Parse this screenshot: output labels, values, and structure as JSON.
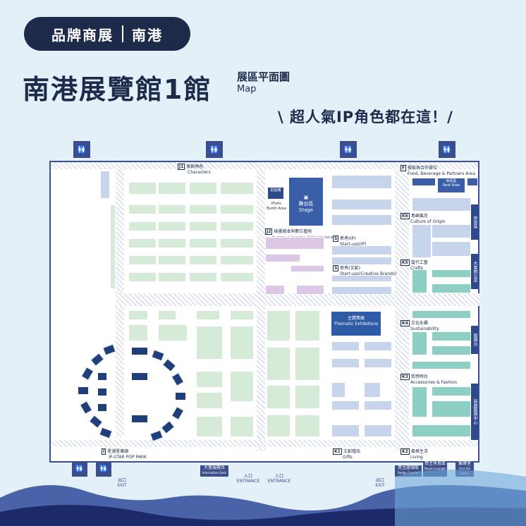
{
  "header": {
    "tag_left": "品牌商展",
    "tag_right": "南港",
    "title": "南港展覽館1館",
    "subtitle_zh": "展區平面圖",
    "subtitle_en": "Map",
    "slogan": "\\ 超人氣IP角色都在這！/"
  },
  "zones": {
    "J1": {
      "code": "J1",
      "zh": "原創角色",
      "en": "Characters"
    },
    "J2": {
      "code": "J2",
      "zh": "插畫繪本與數位藝術",
      "en": "Illustration & Animation, Digital Entertainment"
    },
    "S1": {
      "code": "S",
      "zh": "新秀(IP)",
      "en": "Start-ups(IP)"
    },
    "S2": {
      "code": "S",
      "zh": "新秀(文創)",
      "en": "Start-ups(Creative Brands)"
    },
    "F": {
      "code": "F",
      "zh": "餐飲與合作單位",
      "en": "Food, Beverage & Partners Area"
    },
    "K6": {
      "code": "K6",
      "zh": "島嶼風尚",
      "en": "Culture of Origin"
    },
    "K5": {
      "code": "K5",
      "zh": "當代工藝",
      "en": "Crafts"
    },
    "K4": {
      "code": "K4",
      "zh": "文化永續",
      "en": "Sustainability"
    },
    "K3": {
      "code": "K3",
      "zh": "質感時尚",
      "en": "Accessories & Fashion"
    },
    "K1": {
      "code": "K1",
      "zh": "文創禮品",
      "en": "Gifts"
    },
    "K2": {
      "code": "K2",
      "zh": "風格生活",
      "en": "Living"
    },
    "I": {
      "code": "I",
      "zh": "星潮星樂園",
      "en": "IP-STAR POP PARK"
    }
  },
  "stage": {
    "zh": "舞台區",
    "en": "Stage"
  },
  "thematic": {
    "zh": "主題策展",
    "en": "Thematic Exhibitions"
  },
  "photo_booth": {
    "label": "Photo Booth Area"
  },
  "sidetabs": {
    "sales": "拍貼機",
    "rest": "休息區",
    "rest_en": "Rest Area",
    "office": "大會辦公室",
    "service": "服務台",
    "info": "商展服務中心"
  },
  "bottom": {
    "exit_zh": "出口",
    "exit_en": "EXIT",
    "entrance_zh": "入口",
    "entrance_en": "ENTRANCE",
    "info_desk": "大會服務台",
    "info_desk_en": "Information Desk",
    "buyers_lounge": "買主休息區",
    "buyers_lounge_en": "Buyers Lounge",
    "badge_counter": "買主證領取",
    "badge_counter_en": "Badge Counter",
    "firstaid": "醫護室",
    "firstaid_en": "First Aid Room"
  },
  "colors": {
    "navy": "#1d2a4a",
    "j_zone": "#d6ead8",
    "k_zone": "#8ecfc4",
    "stage": "#3a5ea8",
    "purple": "#dcc8e6"
  }
}
